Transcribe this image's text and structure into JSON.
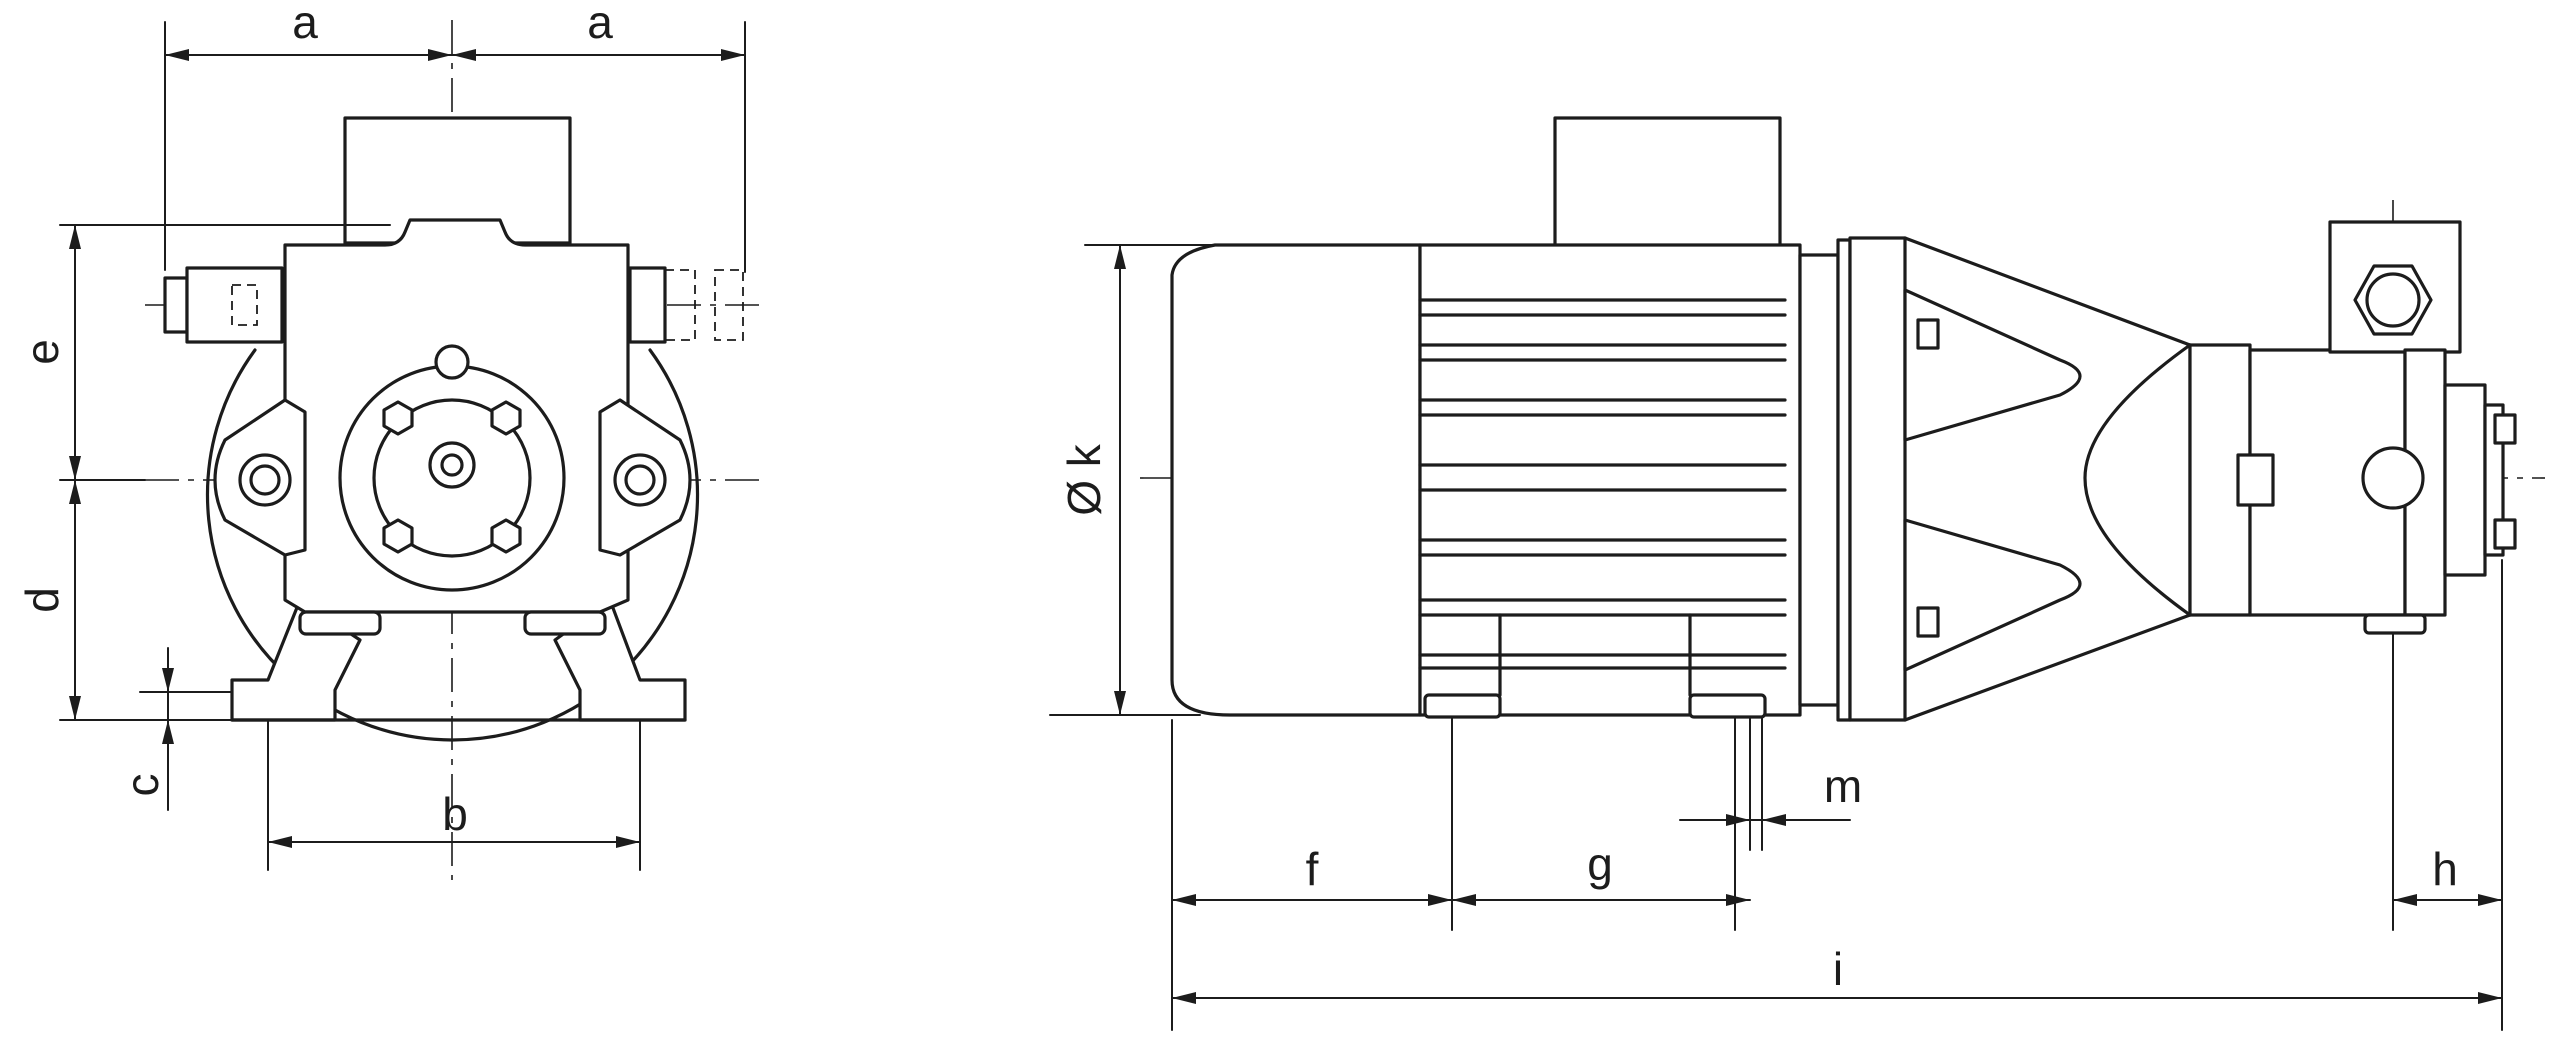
{
  "dimension_labels": {
    "a_left": "a",
    "a_right": "a",
    "e": "e",
    "d": "d",
    "c": "c",
    "b": "b",
    "k": "Ø k",
    "f": "f",
    "g": "g",
    "m": "m",
    "h": "h",
    "i": "i"
  }
}
